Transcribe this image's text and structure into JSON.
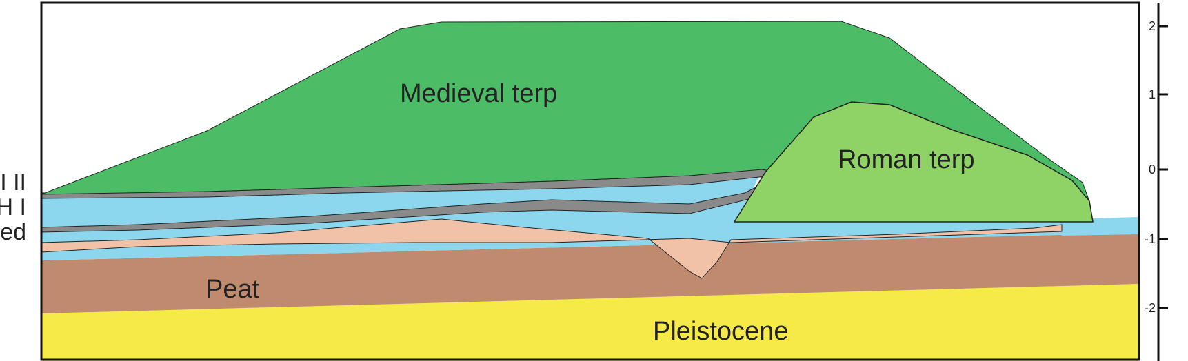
{
  "side_labels": {
    "line1": "I II",
    "line2": "H I",
    "line3": "ed"
  },
  "layers": {
    "medieval_terp": "Medieval terp",
    "roman_terp": "Roman terp",
    "peat": "Peat",
    "pleistocene": "Pleistocene"
  },
  "scale_ticks": [
    "2",
    "1",
    "0",
    "-1",
    "-2"
  ],
  "colors": {
    "medieval_terp": "#4cbc66",
    "roman_terp": "#8fd366",
    "clay_blue": "#8dd7ee",
    "dark_band": "#8a8a8a",
    "pink_sediment": "#f2c2a8",
    "peat": "#c08a6e",
    "pleistocene": "#f5ea48",
    "frame": "#111111"
  }
}
